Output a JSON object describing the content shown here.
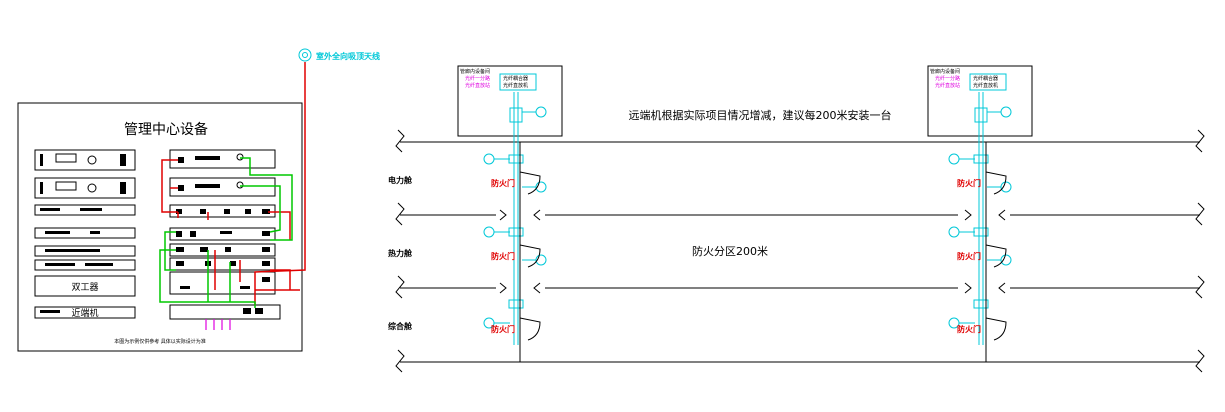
{
  "antenna_label": "室外全向吸顶天线",
  "mgmt": {
    "title": "管理中心设备",
    "rack_labels": [
      "双工器",
      "近端机"
    ],
    "footnote": "本图为示例仅供参考 具体以实际设计为准"
  },
  "note_top": "远端机根据实际项目情况增减，建议每200米安装一台",
  "zone_label": "防火分区200米",
  "equipment_box": {
    "title": "管廊内设备间",
    "items": [
      "光纤一分路",
      "光纤直放站",
      "光纤耦合器",
      "光纤直放机"
    ]
  },
  "cabins": [
    "电力舱",
    "热力舱",
    "综合舱"
  ],
  "fire_door": "防火门",
  "colors": {
    "red": "#e00000",
    "green": "#00c800",
    "cyan": "#00c8d8",
    "magenta": "#e000e0",
    "black": "#000000"
  }
}
